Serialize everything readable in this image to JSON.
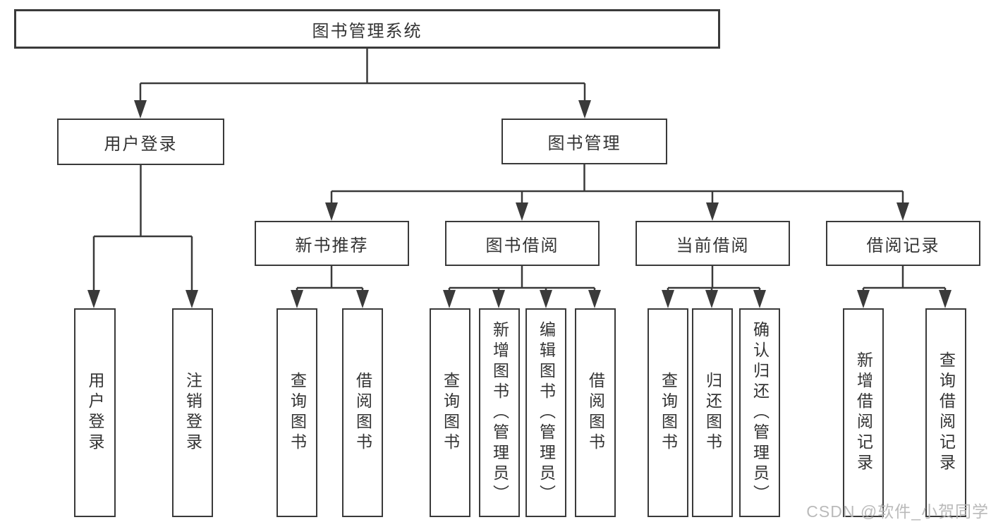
{
  "chart": {
    "root": {
      "label": "图书管理系统"
    },
    "branches": [
      {
        "label": "用户登录",
        "leaves": [
          "用户登录",
          "注销登录"
        ]
      },
      {
        "label": "图书管理",
        "groups": [
          {
            "label": "新书推荐",
            "leaves": [
              "查询图书",
              "借阅图书"
            ]
          },
          {
            "label": "图书借阅",
            "leaves": [
              "查询图书",
              "新增图书（管理员）",
              "编辑图书（管理员）",
              "借阅图书"
            ]
          },
          {
            "label": "当前借阅",
            "leaves": [
              "查询图书",
              "归还图书",
              "确认归还（管理员）"
            ]
          },
          {
            "label": "借阅记录",
            "leaves": [
              "新增借阅记录",
              "查询借阅记录"
            ]
          }
        ]
      }
    ],
    "watermark": "CSDN @软件_小贺同学",
    "colors": {
      "line": "#3a3a3a",
      "text": "#333333",
      "box_bg": "#ffffff",
      "watermark": "#b6b6b6"
    }
  }
}
